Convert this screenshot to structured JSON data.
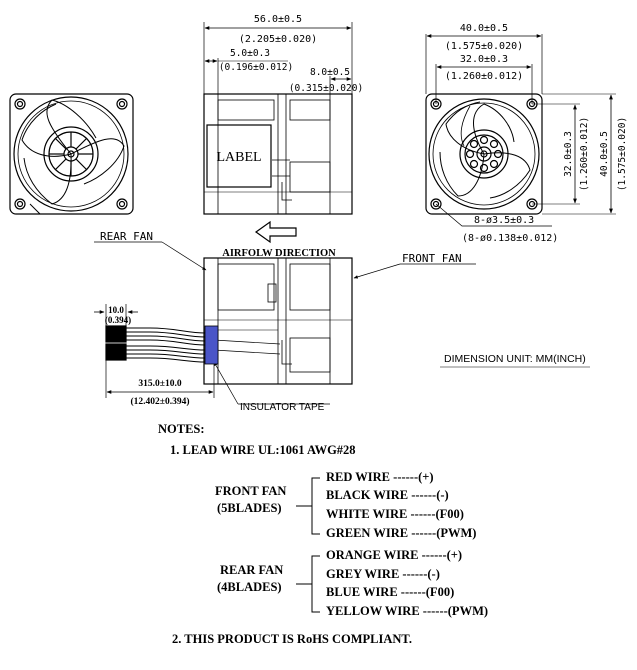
{
  "dimensions": {
    "length": "56.0±0.5",
    "length_in": "(2.205±0.020)",
    "flange_front": "5.0±0.3",
    "flange_front_in": "(0.196±0.012)",
    "flange_rear": "8.0±0.5",
    "flange_rear_in": "(0.315±0.020)",
    "width": "40.0±0.5",
    "width_in": "(1.575±0.020)",
    "hole_spacing": "32.0±0.3",
    "hole_spacing_in": "(1.260±0.012)",
    "hole_spacing_v": "32.0±0.3",
    "hole_spacing_v_in": "(1.260±0.012)",
    "height_v": "40.0±0.5",
    "height_v_in": "(1.575±0.020)",
    "holes": "8-ø3.5±0.3",
    "holes_in": "(8-ø0.138±0.012)",
    "strip": "10.0",
    "strip_in": "(0.394)",
    "lead_length": "315.0±10.0",
    "lead_length_in": "(12.402±0.394)"
  },
  "labels": {
    "label_box": "LABEL",
    "airflow": "AIRFOLW DIRECTION",
    "rear_fan": "REAR FAN",
    "front_fan": "FRONT FAN",
    "dimension_unit": "DIMENSION UNIT: MM(INCH)",
    "insulator": "INSULATOR TAPE"
  },
  "notes": {
    "heading": "NOTES:",
    "note1": "1. LEAD WIRE UL:1061 AWG#28",
    "front_group": "FRONT FAN",
    "front_blades": "(5BLADES)",
    "front_wires": [
      {
        "name": "RED WIRE",
        "fn": "------(+)"
      },
      {
        "name": "BLACK WIRE",
        "fn": "------(-)"
      },
      {
        "name": "WHITE WIRE",
        "fn": "------(F00)"
      },
      {
        "name": "GREEN WIRE",
        "fn": "------(PWM)"
      }
    ],
    "rear_group": "REAR FAN",
    "rear_blades": "(4BLADES)",
    "rear_wires": [
      {
        "name": "ORANGE WIRE",
        "fn": "------(+)"
      },
      {
        "name": "GREY WIRE",
        "fn": "------(-)"
      },
      {
        "name": "BLUE WIRE",
        "fn": "------(F00)"
      },
      {
        "name": "YELLOW WIRE",
        "fn": "------(PWM)"
      }
    ],
    "note2": "2. THIS PRODUCT IS RoHS COMPLIANT."
  },
  "colors": {
    "line": "#000000",
    "insulator_tape": "#4a55c8"
  }
}
